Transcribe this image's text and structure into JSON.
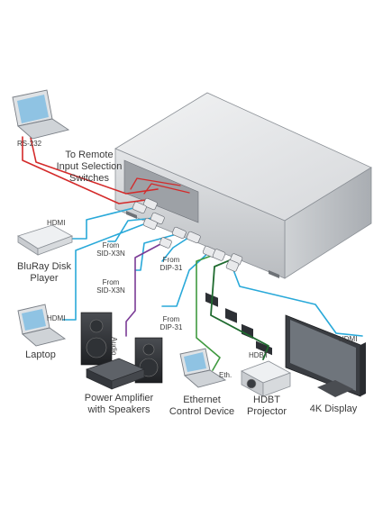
{
  "labels": {
    "rs232": "RS-232",
    "to_remote": [
      "To Remote",
      "Input Selection",
      "Switches"
    ],
    "hdmi_bluray": "HDMI",
    "bluray": [
      "BluRay Disk",
      "Player"
    ],
    "from_sid_1": [
      "From",
      "SID-X3N"
    ],
    "from_sid_2": [
      "From",
      "SID-X3N"
    ],
    "from_dip_1": [
      "From",
      "DIP-31"
    ],
    "from_dip_2": [
      "From",
      "DIP-31"
    ],
    "hdmi_laptop": "HDMI",
    "laptop": "Laptop",
    "audio": "Audio",
    "eth": "Eth.",
    "hdbt": "HDBT",
    "hdmi_display": "HDMI",
    "power_amp": [
      "Power Amplifier",
      "with Speakers"
    ],
    "ethernet": [
      "Ethernet",
      "Control Device"
    ],
    "projector": [
      "HDBT",
      "Projector"
    ],
    "display": "4K Display"
  },
  "colors": {
    "rs232": "#d42a2a",
    "hdmi": "#29a9d9",
    "audio": "#7b3b96",
    "ethernet": "#3f9a3f",
    "hdbt": "#1f6b2f",
    "device": "#c9ccd0",
    "outline": "#7a7f86",
    "text": "#3a3a3a"
  }
}
